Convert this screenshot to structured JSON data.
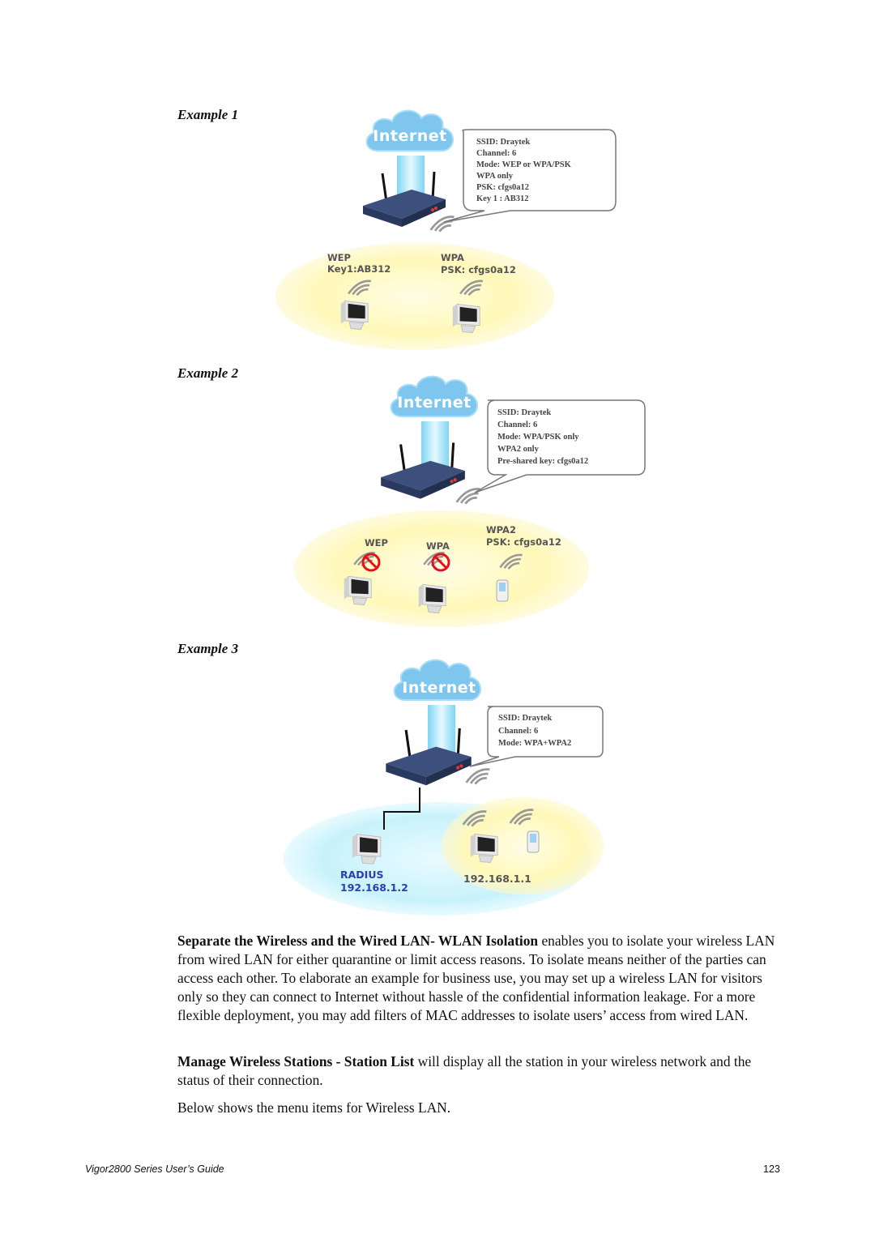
{
  "examples": [
    {
      "label": "Example 1",
      "cloud": "Internet",
      "balloon": [
        "SSID: Draytek",
        "Channel: 6",
        "Mode: WEP or WPA/PSK",
        "WPA only",
        "PSK: cfgs0a12",
        "Key 1 : AB312"
      ],
      "zones": [
        {
          "title": "WEP",
          "detail": "Key1:AB312"
        },
        {
          "title": "WPA",
          "detail": "PSK: cfgs0a12"
        }
      ]
    },
    {
      "label": "Example 2",
      "cloud": "Internet",
      "balloon": [
        "SSID: Draytek",
        "Channel: 6",
        "Mode: WPA/PSK only",
        "WPA2 only",
        "Pre-shared key: cfgs0a12"
      ],
      "zones": [
        {
          "title": "WEP"
        },
        {
          "title": "WPA"
        },
        {
          "title": "WPA2",
          "detail": "PSK: cfgs0a12"
        }
      ]
    },
    {
      "label": "Example 3",
      "cloud": "Internet",
      "balloon": [
        "SSID: Draytek",
        "Channel: 6",
        "Mode: WPA+WPA2"
      ],
      "radius_label": "RADIUS",
      "radius_ip": "192.168.1.2",
      "lan_ip": "192.168.1.1"
    }
  ],
  "paragraphs": [
    {
      "bold": "Separate the Wireless and the Wired LAN- WLAN Isolation",
      "text": " enables you to isolate your wireless LAN from wired LAN for either quarantine or limit access reasons. To isolate means neither of the parties can access each other. To elaborate an example for business use, you may set up a wireless LAN for visitors only so they can connect to Internet without hassle of the confidential information leakage. For a more flexible deployment, you may add filters of MAC addresses to isolate users’ access from wired LAN."
    },
    {
      "bold": "Manage Wireless Stations - Station List",
      "text": " will display all the station in your wireless network and the status of their connection."
    },
    {
      "bold": "",
      "text": "Below shows the menu items for Wireless LAN."
    }
  ],
  "footer": {
    "title": "Vigor2800 Series User’s Guide",
    "page": "123"
  }
}
